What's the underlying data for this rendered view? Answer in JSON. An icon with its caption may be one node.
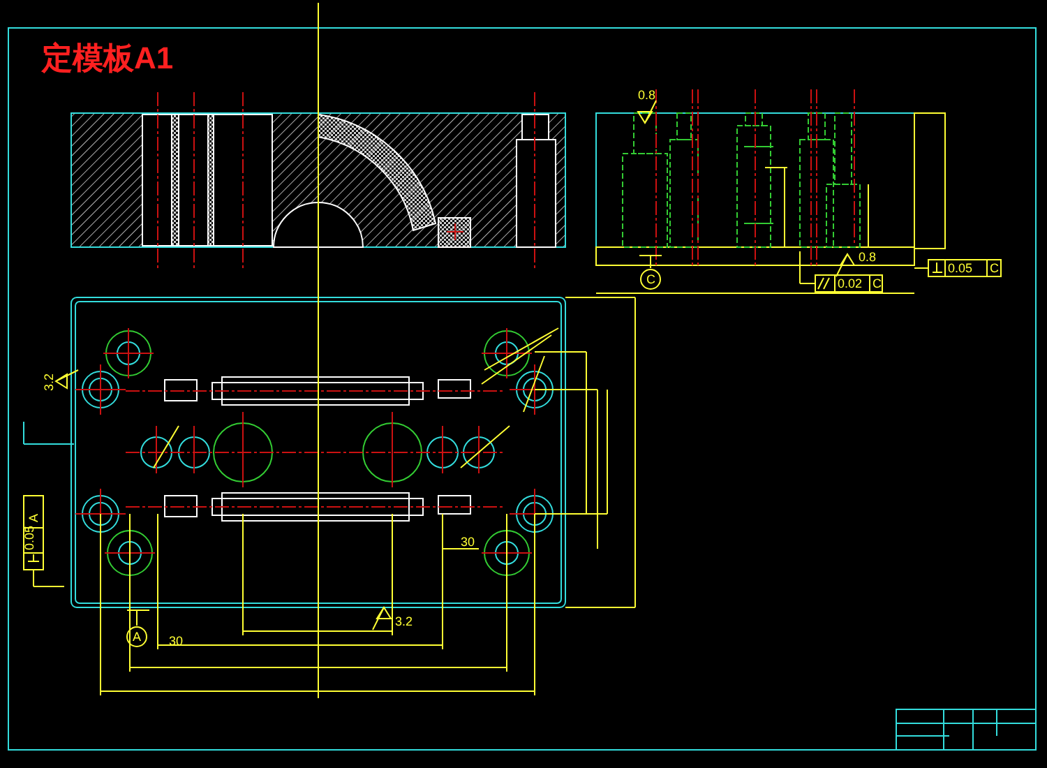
{
  "diagram": {
    "title": "定模板A1",
    "labels": [
      "0.8",
      "0.05",
      "C",
      "0.02",
      "C",
      "C",
      "0.8",
      "3.2",
      "0.05",
      "A",
      "30",
      "3.2",
      "A",
      "30"
    ]
  }
}
